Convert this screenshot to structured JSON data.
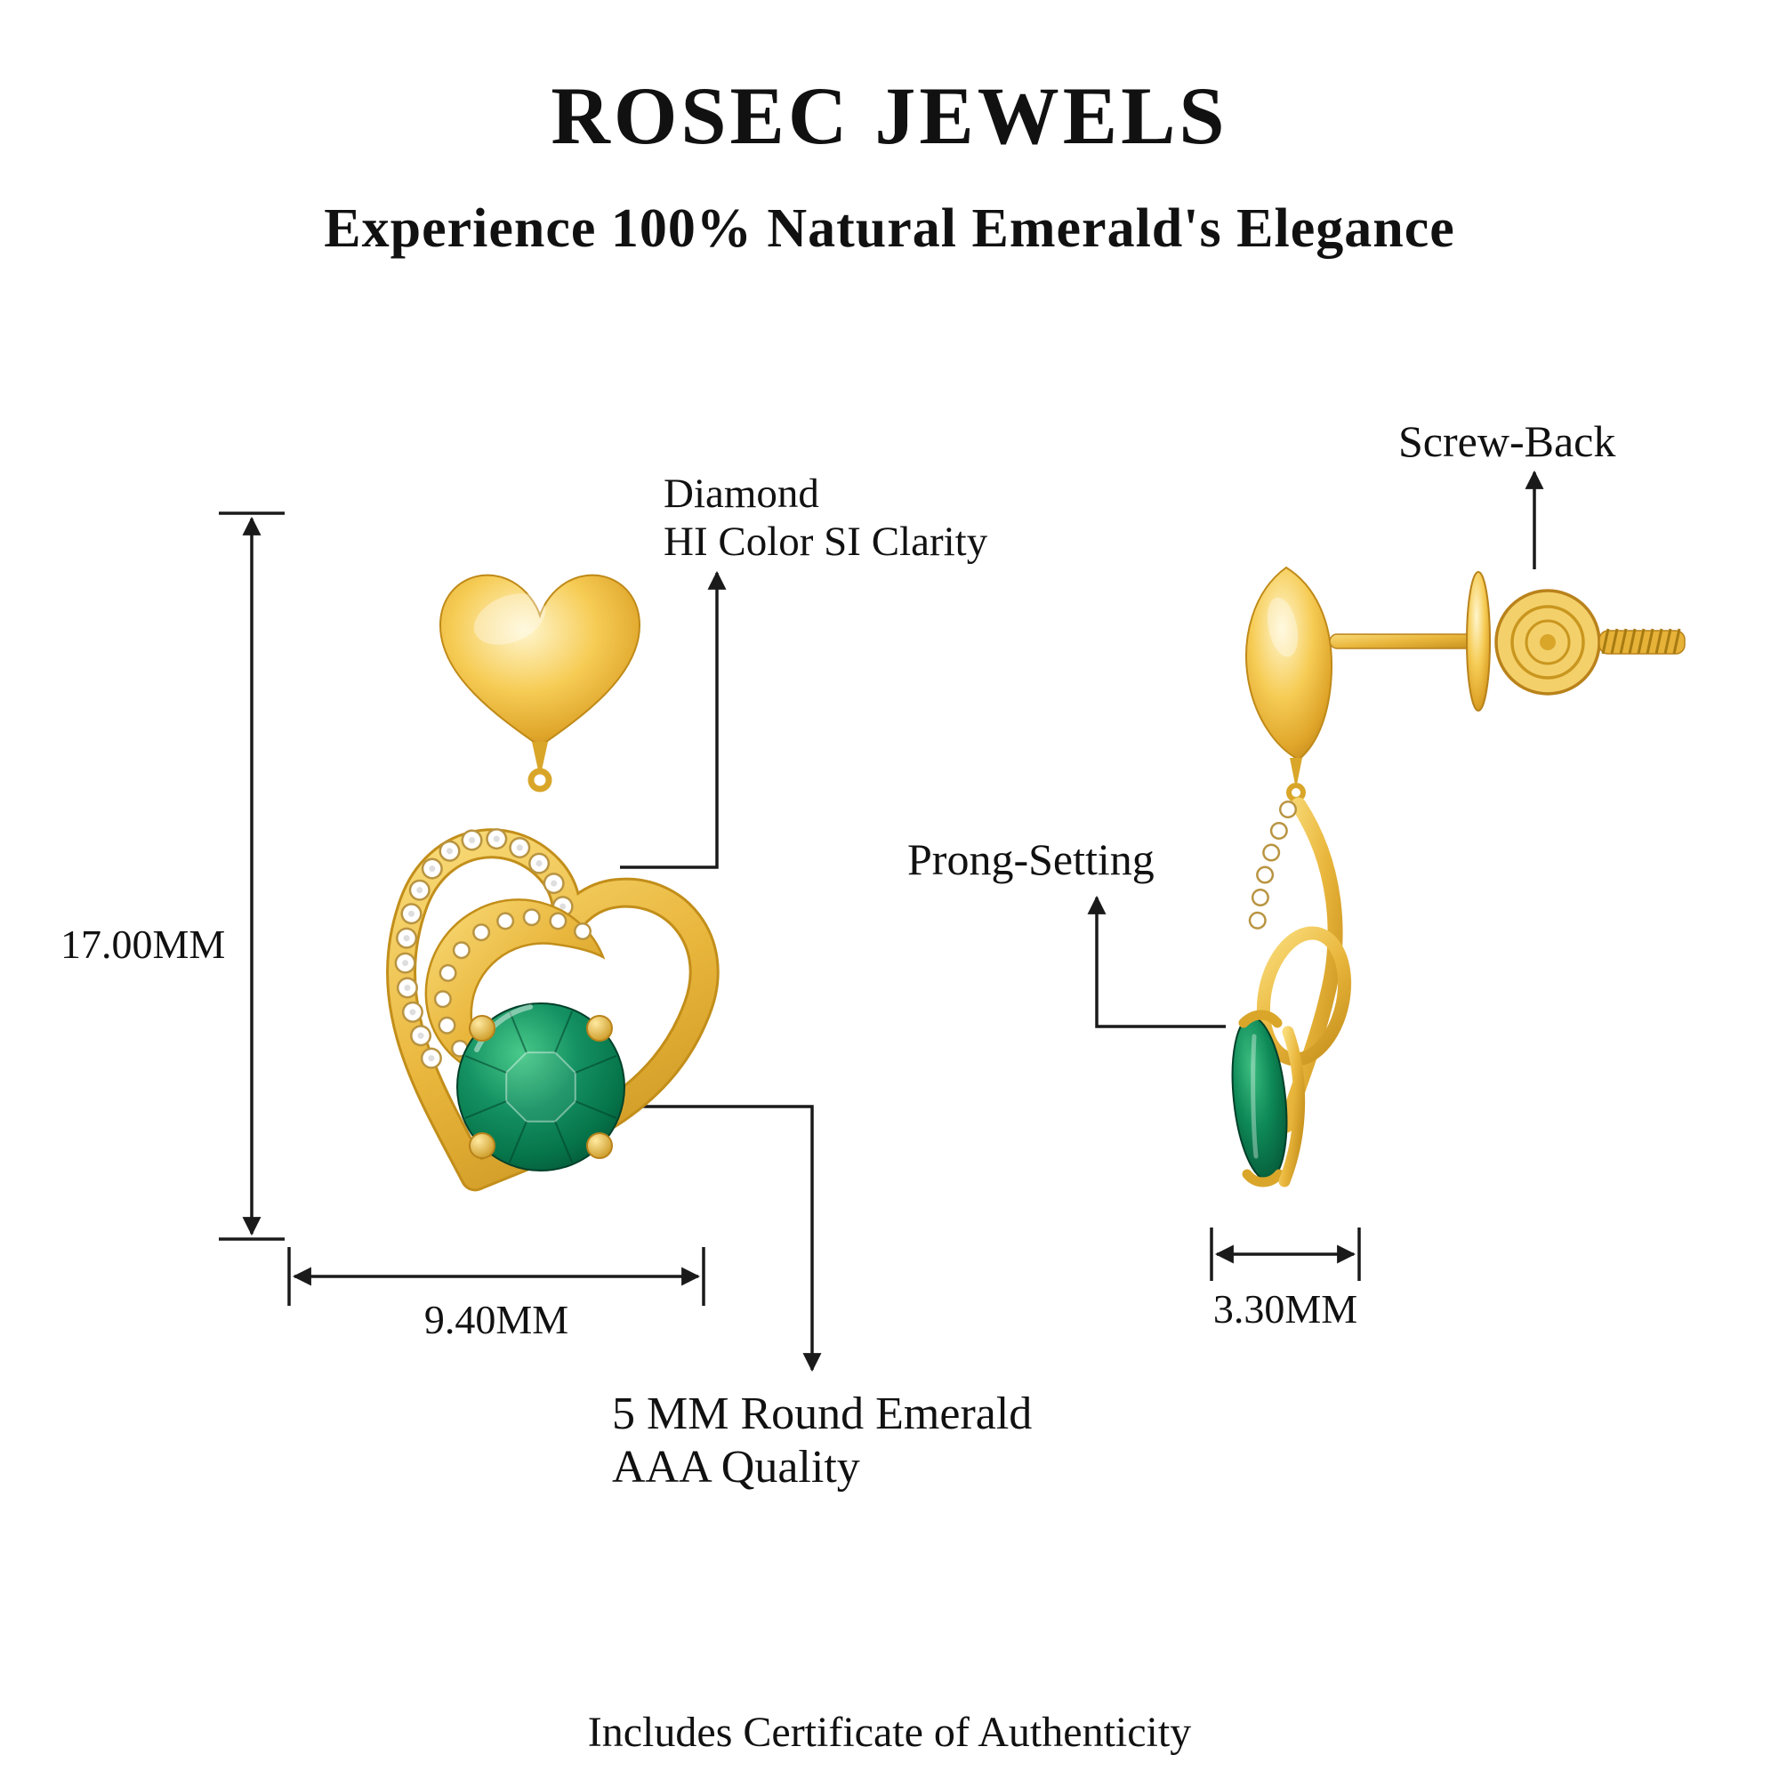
{
  "header": {
    "brand": "ROSEC JEWELS",
    "tagline": "Experience 100% Natural Emerald's Elegance"
  },
  "callouts": {
    "diamond": {
      "line1": "Diamond",
      "line2": "HI Color SI Clarity"
    },
    "screw_back": "Screw-Back",
    "prong_setting": "Prong-Setting",
    "emerald": {
      "line1": "5 MM Round Emerald",
      "line2": "AAA Quality"
    }
  },
  "dimensions": {
    "height": "17.00MM",
    "width": "9.40MM",
    "depth": "3.30MM"
  },
  "footer": {
    "certificate": "Includes Certificate of Authenticity"
  },
  "colors": {
    "gold": "#E9B63C",
    "gold_dark": "#C08818",
    "emerald_green": "#0B8A52",
    "diamond_white": "#FFFFFF",
    "text": "#111111",
    "annotation_line": "#1A1A1A"
  }
}
